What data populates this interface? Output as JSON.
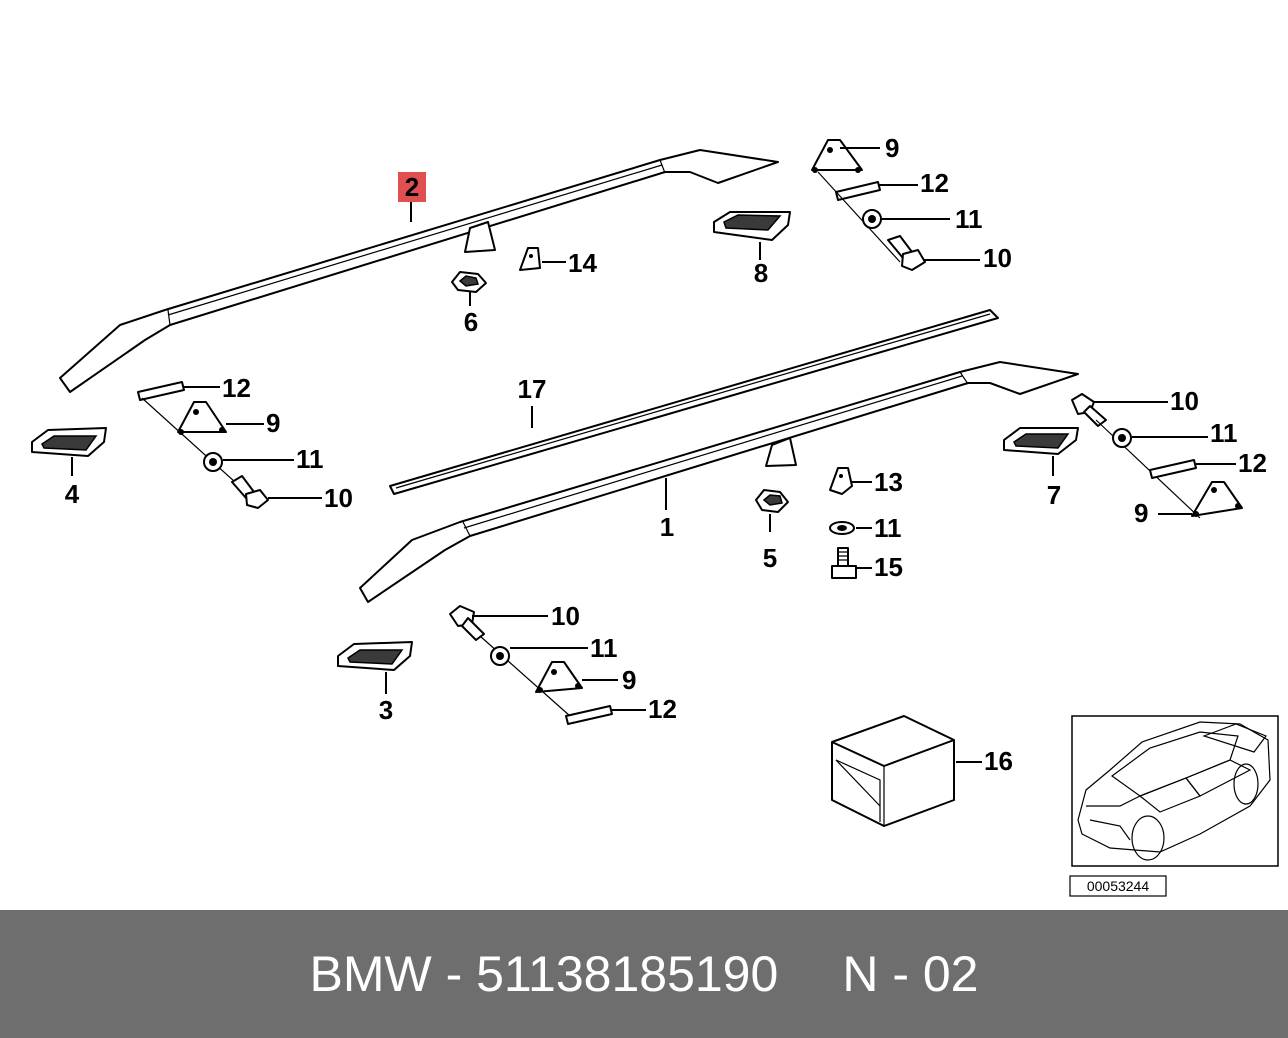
{
  "diagram": {
    "highlight_color": "#e05050",
    "callouts": [
      "1",
      "2",
      "3",
      "4",
      "5",
      "6",
      "7",
      "8",
      "9",
      "10",
      "11",
      "12",
      "13",
      "14",
      "15",
      "16",
      "17"
    ],
    "labels": {
      "l2": "2",
      "l8": "8",
      "l9a": "9",
      "l12a": "12",
      "l11a": "11",
      "l10a": "10",
      "l14": "14",
      "l6": "6",
      "l12b": "12",
      "l9b": "9",
      "l4": "4",
      "l11b": "11",
      "l10b": "10",
      "l17": "17",
      "l1": "1",
      "l10c": "10",
      "l11c": "11",
      "l12c": "12",
      "l7": "7",
      "l9c": "9",
      "l13": "13",
      "l11d": "11",
      "l15": "15",
      "l5": "5",
      "l10d": "10",
      "l11e": "11",
      "l9d": "9",
      "l12d": "12",
      "l3": "3",
      "l16": "16"
    },
    "drawing_number": "00053244"
  },
  "footer": {
    "background": "#6e6e6e",
    "text_color": "#ffffff",
    "part_text": "BMW - 51138185190",
    "code_text": "N - 02"
  }
}
